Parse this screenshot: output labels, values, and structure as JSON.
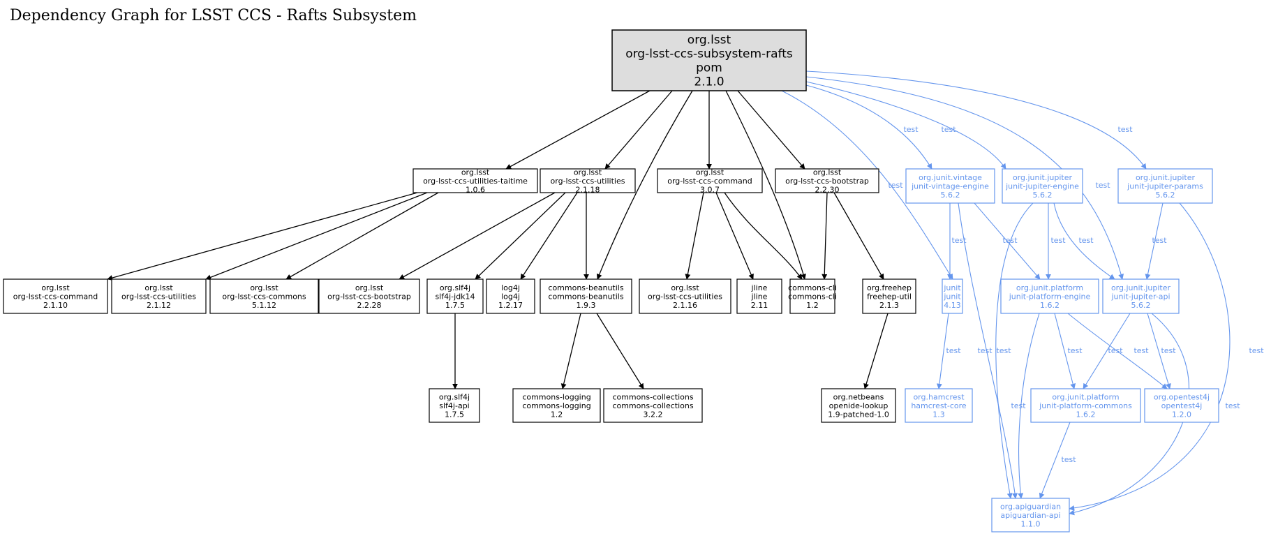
{
  "title": "Dependency Graph for LSST CCS - Rafts Subsystem",
  "colors": {
    "compile": "#000000",
    "test": "#6495ED",
    "root_fill": "#dddddd",
    "node_fill": "#ffffff"
  },
  "nodes": [
    {
      "id": "root",
      "lines": [
        "org.lsst",
        "org-lsst-ccs-subsystem-rafts",
        "pom",
        "2.1.0"
      ],
      "scope": "root"
    },
    {
      "id": "taitime",
      "lines": [
        "org.lsst",
        "org-lsst-ccs-utilities-taitime",
        "1.0.6"
      ],
      "scope": "compile"
    },
    {
      "id": "utils2118",
      "lines": [
        "org.lsst",
        "org-lsst-ccs-utilities",
        "2.1.18"
      ],
      "scope": "compile"
    },
    {
      "id": "command307",
      "lines": [
        "org.lsst",
        "org-lsst-ccs-command",
        "3.0.7"
      ],
      "scope": "compile"
    },
    {
      "id": "bootstrap2230",
      "lines": [
        "org.lsst",
        "org-lsst-ccs-bootstrap",
        "2.2.30"
      ],
      "scope": "compile"
    },
    {
      "id": "vintage",
      "lines": [
        "org.junit.vintage",
        "junit-vintage-engine",
        "5.6.2"
      ],
      "scope": "test"
    },
    {
      "id": "jupengine",
      "lines": [
        "org.junit.jupiter",
        "junit-jupiter-engine",
        "5.6.2"
      ],
      "scope": "test"
    },
    {
      "id": "jupparams",
      "lines": [
        "org.junit.jupiter",
        "junit-jupiter-params",
        "5.6.2"
      ],
      "scope": "test"
    },
    {
      "id": "command2110",
      "lines": [
        "org.lsst",
        "org-lsst-ccs-command",
        "2.1.10"
      ],
      "scope": "compile"
    },
    {
      "id": "utils2112",
      "lines": [
        "org.lsst",
        "org-lsst-ccs-utilities",
        "2.1.12"
      ],
      "scope": "compile"
    },
    {
      "id": "commons5112",
      "lines": [
        "org.lsst",
        "org-lsst-ccs-commons",
        "5.1.12"
      ],
      "scope": "compile"
    },
    {
      "id": "bootstrap2228",
      "lines": [
        "org.lsst",
        "org-lsst-ccs-bootstrap",
        "2.2.28"
      ],
      "scope": "compile"
    },
    {
      "id": "slf4jjdk",
      "lines": [
        "org.slf4j",
        "slf4j-jdk14",
        "1.7.5"
      ],
      "scope": "compile"
    },
    {
      "id": "log4j",
      "lines": [
        "log4j",
        "log4j",
        "1.2.17"
      ],
      "scope": "compile"
    },
    {
      "id": "beanutils",
      "lines": [
        "commons-beanutils",
        "commons-beanutils",
        "1.9.3"
      ],
      "scope": "compile"
    },
    {
      "id": "utils2116",
      "lines": [
        "org.lsst",
        "org-lsst-ccs-utilities",
        "2.1.16"
      ],
      "scope": "compile"
    },
    {
      "id": "jline",
      "lines": [
        "jline",
        "jline",
        "2.11"
      ],
      "scope": "compile"
    },
    {
      "id": "commonscli",
      "lines": [
        "commons-cli",
        "commons-cli",
        "1.2"
      ],
      "scope": "compile"
    },
    {
      "id": "freehep",
      "lines": [
        "org.freehep",
        "freehep-util",
        "2.1.3"
      ],
      "scope": "compile"
    },
    {
      "id": "junit",
      "lines": [
        "junit",
        "junit",
        "4.13"
      ],
      "scope": "test"
    },
    {
      "id": "platengine",
      "lines": [
        "org.junit.platform",
        "junit-platform-engine",
        "1.6.2"
      ],
      "scope": "test"
    },
    {
      "id": "jupapi",
      "lines": [
        "org.junit.jupiter",
        "junit-jupiter-api",
        "5.6.2"
      ],
      "scope": "test"
    },
    {
      "id": "slf4japi",
      "lines": [
        "org.slf4j",
        "slf4j-api",
        "1.7.5"
      ],
      "scope": "compile"
    },
    {
      "id": "logging",
      "lines": [
        "commons-logging",
        "commons-logging",
        "1.2"
      ],
      "scope": "compile"
    },
    {
      "id": "collections",
      "lines": [
        "commons-collections",
        "commons-collections",
        "3.2.2"
      ],
      "scope": "compile"
    },
    {
      "id": "openide",
      "lines": [
        "org.netbeans",
        "openide-lookup",
        "1.9-patched-1.0"
      ],
      "scope": "compile"
    },
    {
      "id": "hamcrest",
      "lines": [
        "org.hamcrest",
        "hamcrest-core",
        "1.3"
      ],
      "scope": "test"
    },
    {
      "id": "platcommons",
      "lines": [
        "org.junit.platform",
        "junit-platform-commons",
        "1.6.2"
      ],
      "scope": "test"
    },
    {
      "id": "opentest4j",
      "lines": [
        "org.opentest4j",
        "opentest4j",
        "1.2.0"
      ],
      "scope": "test"
    },
    {
      "id": "apiguardian",
      "lines": [
        "org.apiguardian",
        "apiguardian-api",
        "1.1.0"
      ],
      "scope": "test"
    }
  ],
  "edges": [
    {
      "from": "root",
      "to": "taitime",
      "scope": "compile",
      "label": ""
    },
    {
      "from": "root",
      "to": "utils2118",
      "scope": "compile",
      "label": ""
    },
    {
      "from": "root",
      "to": "beanutils",
      "scope": "compile",
      "label": ""
    },
    {
      "from": "root",
      "to": "command307",
      "scope": "compile",
      "label": ""
    },
    {
      "from": "root",
      "to": "commonscli",
      "scope": "compile",
      "label": ""
    },
    {
      "from": "root",
      "to": "bootstrap2230",
      "scope": "compile",
      "label": ""
    },
    {
      "from": "root",
      "to": "junit",
      "scope": "test",
      "label": "test"
    },
    {
      "from": "root",
      "to": "vintage",
      "scope": "test",
      "label": "test"
    },
    {
      "from": "root",
      "to": "jupengine",
      "scope": "test",
      "label": "test"
    },
    {
      "from": "root",
      "to": "jupapi",
      "scope": "test",
      "label": "test"
    },
    {
      "from": "root",
      "to": "jupparams",
      "scope": "test",
      "label": "test"
    },
    {
      "from": "taitime",
      "to": "command2110",
      "scope": "compile",
      "label": ""
    },
    {
      "from": "taitime",
      "to": "utils2112",
      "scope": "compile",
      "label": ""
    },
    {
      "from": "taitime",
      "to": "commons5112",
      "scope": "compile",
      "label": ""
    },
    {
      "from": "utils2118",
      "to": "bootstrap2228",
      "scope": "compile",
      "label": ""
    },
    {
      "from": "utils2118",
      "to": "slf4jjdk",
      "scope": "compile",
      "label": ""
    },
    {
      "from": "utils2118",
      "to": "log4j",
      "scope": "compile",
      "label": ""
    },
    {
      "from": "utils2118",
      "to": "beanutils",
      "scope": "compile",
      "label": ""
    },
    {
      "from": "command307",
      "to": "utils2116",
      "scope": "compile",
      "label": ""
    },
    {
      "from": "command307",
      "to": "jline",
      "scope": "compile",
      "label": ""
    },
    {
      "from": "command307",
      "to": "commonscli",
      "scope": "compile",
      "label": ""
    },
    {
      "from": "bootstrap2230",
      "to": "commonscli",
      "scope": "compile",
      "label": ""
    },
    {
      "from": "bootstrap2230",
      "to": "freehep",
      "scope": "compile",
      "label": ""
    },
    {
      "from": "slf4jjdk",
      "to": "slf4japi",
      "scope": "compile",
      "label": ""
    },
    {
      "from": "beanutils",
      "to": "logging",
      "scope": "compile",
      "label": ""
    },
    {
      "from": "beanutils",
      "to": "collections",
      "scope": "compile",
      "label": ""
    },
    {
      "from": "freehep",
      "to": "openide",
      "scope": "compile",
      "label": ""
    },
    {
      "from": "vintage",
      "to": "junit",
      "scope": "test",
      "label": "test"
    },
    {
      "from": "vintage",
      "to": "platengine",
      "scope": "test",
      "label": "test"
    },
    {
      "from": "vintage",
      "to": "apiguardian",
      "scope": "test",
      "label": "test"
    },
    {
      "from": "jupengine",
      "to": "platengine",
      "scope": "test",
      "label": "test"
    },
    {
      "from": "jupengine",
      "to": "jupapi",
      "scope": "test",
      "label": "test"
    },
    {
      "from": "jupengine",
      "to": "apiguardian",
      "scope": "test",
      "label": "test"
    },
    {
      "from": "jupparams",
      "to": "jupapi",
      "scope": "test",
      "label": "test"
    },
    {
      "from": "jupparams",
      "to": "apiguardian",
      "scope": "test",
      "label": "test"
    },
    {
      "from": "junit",
      "to": "hamcrest",
      "scope": "test",
      "label": "test"
    },
    {
      "from": "platengine",
      "to": "platcommons",
      "scope": "test",
      "label": "test"
    },
    {
      "from": "platengine",
      "to": "opentest4j",
      "scope": "test",
      "label": "test"
    },
    {
      "from": "platengine",
      "to": "apiguardian",
      "scope": "test",
      "label": "test"
    },
    {
      "from": "jupapi",
      "to": "platcommons",
      "scope": "test",
      "label": "test"
    },
    {
      "from": "jupapi",
      "to": "opentest4j",
      "scope": "test",
      "label": "test"
    },
    {
      "from": "jupapi",
      "to": "apiguardian",
      "scope": "test",
      "label": "test"
    },
    {
      "from": "platcommons",
      "to": "apiguardian",
      "scope": "test",
      "label": "test"
    }
  ]
}
